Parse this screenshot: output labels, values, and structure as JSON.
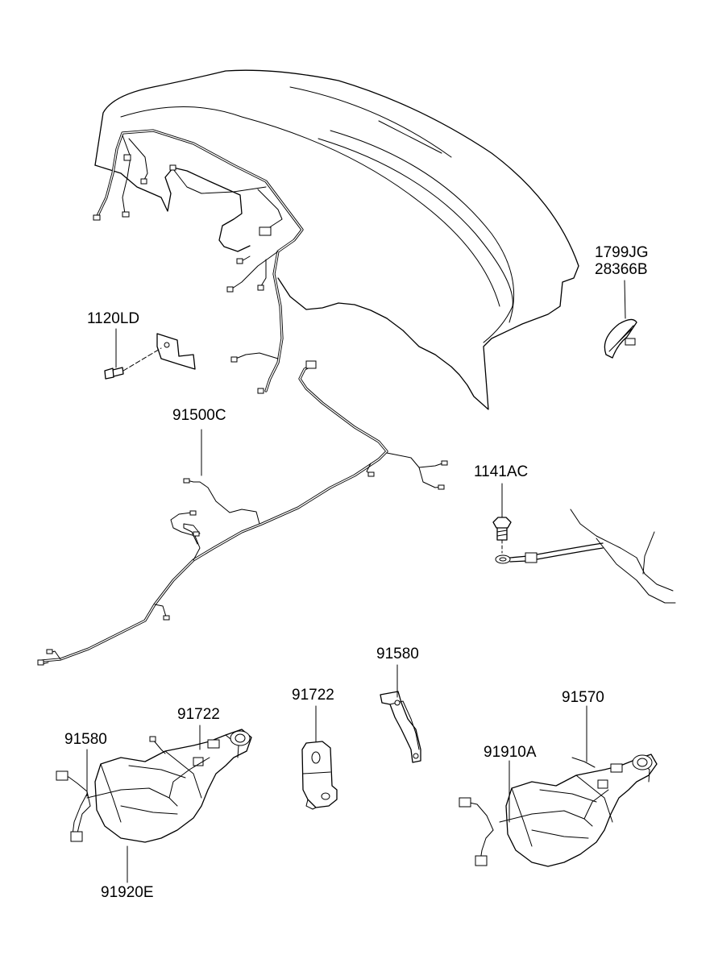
{
  "labels": {
    "p1799jg": "1799JG",
    "p28366b": "28366B",
    "p1120ld": "1120LD",
    "p91500c": "91500C",
    "p1141ac": "1141AC",
    "p91580_top": "91580",
    "p91722_mid": "91722",
    "p91570": "91570",
    "p91910a": "91910A",
    "p91722_left": "91722",
    "p91580_left": "91580",
    "p91920e": "91920E"
  }
}
